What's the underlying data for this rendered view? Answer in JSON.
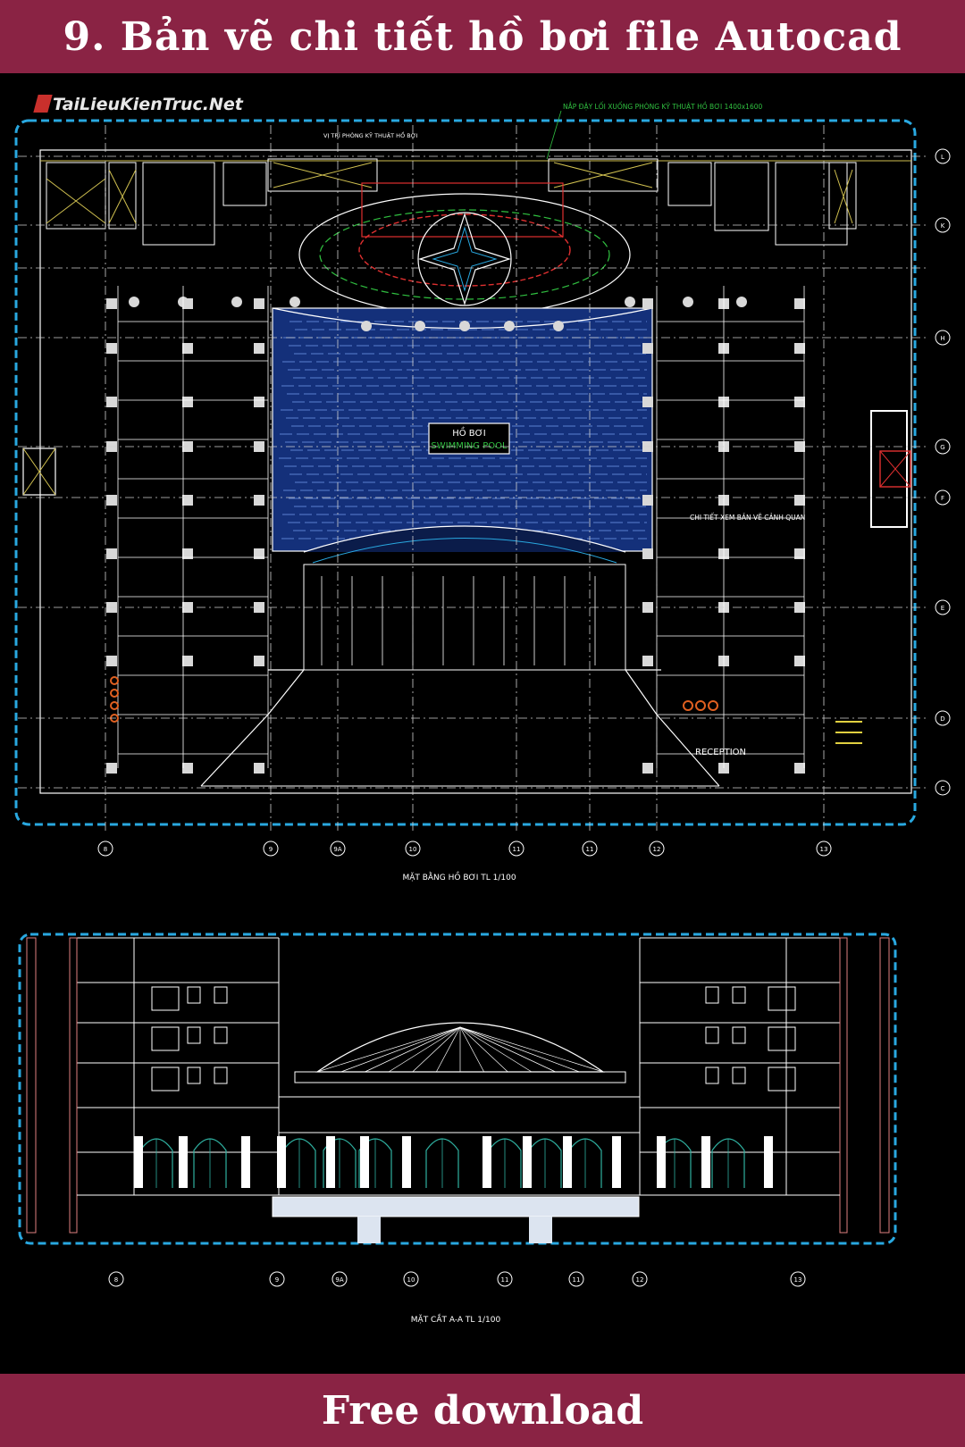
{
  "header": {
    "title": "9. Bản vẽ chi tiết hồ bơi file Autocad"
  },
  "footer": {
    "label": "Free download"
  },
  "logo": {
    "text": "TaiLieuKienTruc.Net"
  },
  "plan": {
    "note_top": "NẮP ĐẬY LỐI XUỐNG PHÒNG KỸ THUẬT HỒ BƠI 1400x1600",
    "note_room": "VỊ TRÍ PHÒNG KỸ THUẬT HỒ BƠI",
    "pool_label_vi": "HỒ BƠI",
    "pool_label_en": "SWIMMING POOL",
    "landscape_note": "CHI TIẾT XEM BẢN VẼ CẢNH QUAN",
    "reception": "RECEPTION",
    "caption": "MẶT BẰNG HỒ BƠI TL 1/100",
    "grid_bottom": [
      "8",
      "9",
      "9A",
      "10",
      "11",
      "11",
      "12",
      "13"
    ],
    "grid_right": [
      "L",
      "K",
      "H",
      "G",
      "F",
      "E",
      "D",
      "C"
    ]
  },
  "section": {
    "caption": "MẶT CẮT A-A TL 1/100",
    "grid_bottom": [
      "8",
      "9",
      "9A",
      "10",
      "11",
      "11",
      "12",
      "13"
    ]
  },
  "colors": {
    "banner": "#8a2344",
    "boundary": "#29a8e0",
    "structure": "#ffffff",
    "pool": "#1f3f8f",
    "accent_red": "#e03030",
    "accent_green": "#30c040",
    "accent_yellow": "#e0d040"
  }
}
